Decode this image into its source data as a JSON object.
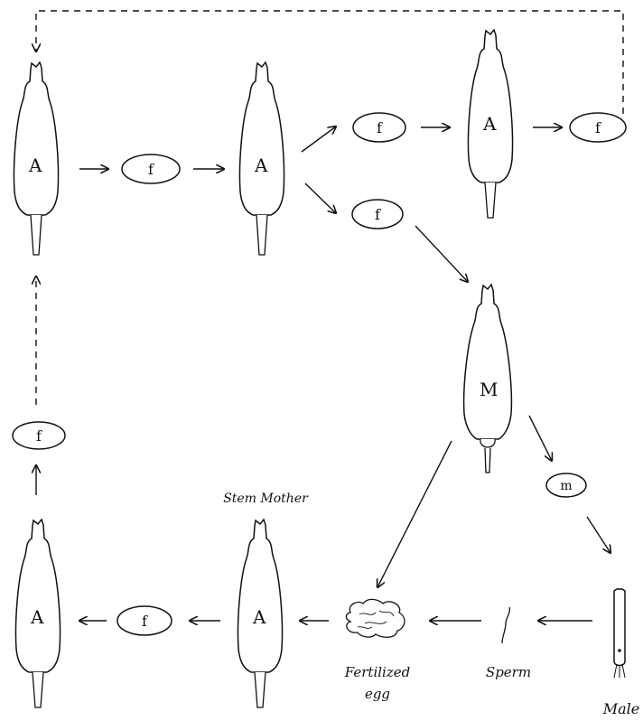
{
  "figure": {
    "organisms": {
      "amphigonic_female": "A",
      "male_producing_female": "M"
    },
    "eggs": {
      "female_egg": "f",
      "male_egg": "m"
    },
    "captions": {
      "stem_mother": "Stem Mother",
      "fertilized_egg_line1": "Fertilized",
      "fertilized_egg_line2": "egg",
      "sperm": "Sperm",
      "male": "Male"
    }
  }
}
